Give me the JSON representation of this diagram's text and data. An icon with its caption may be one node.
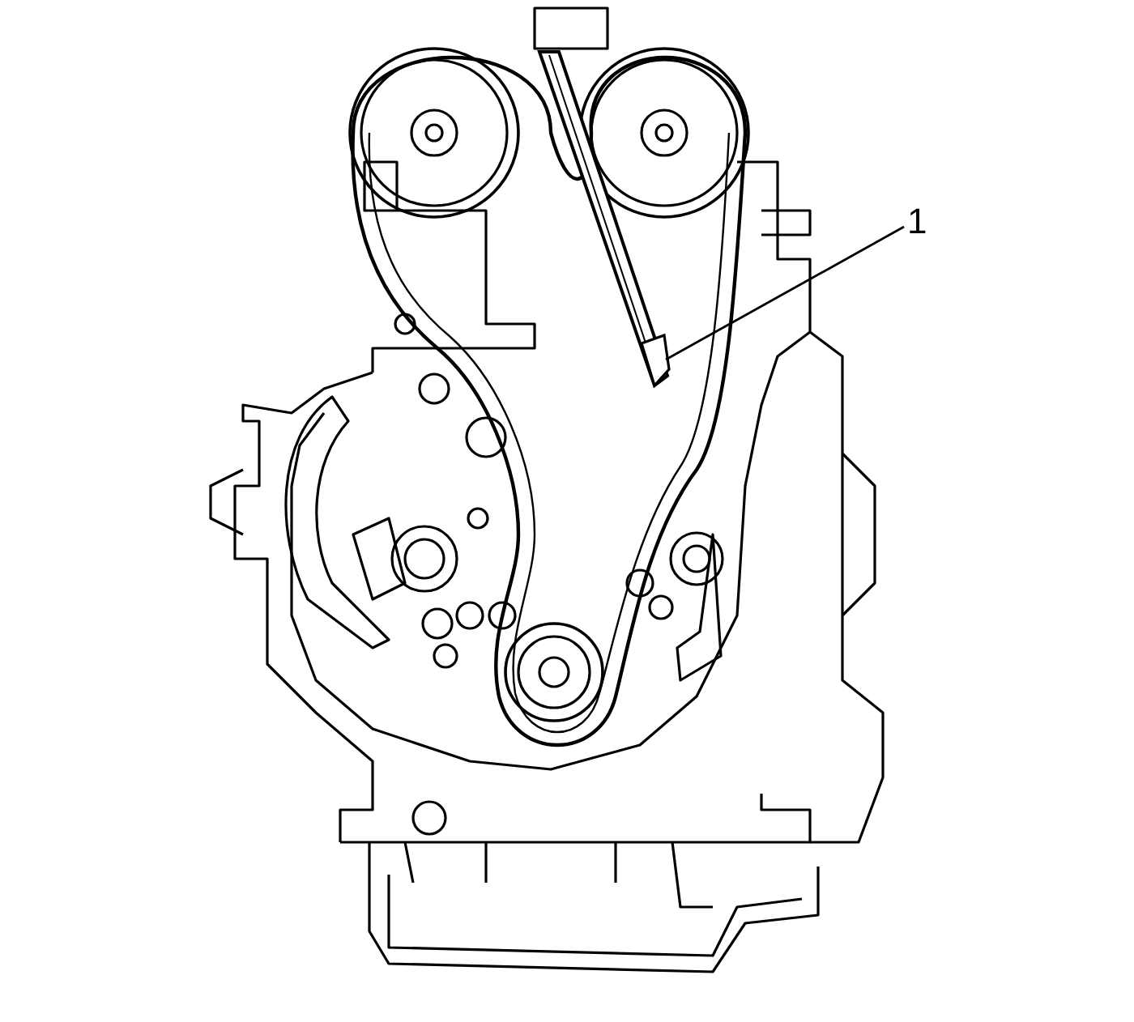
{
  "diagram": {
    "nodes": [
      {
        "text": [
          "1"
        ]
      },
      {
        "text": [],
        "shape": "picture"
      }
    ],
    "edges": [
      {
        "from": 0,
        "to": 1,
        "arrow": "none"
      }
    ]
  }
}
